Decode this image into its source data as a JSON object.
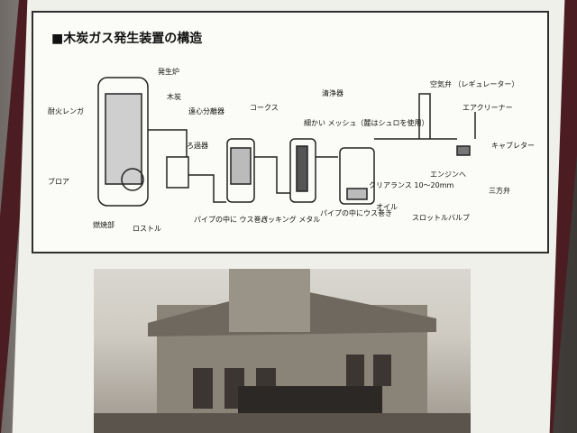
{
  "diagram": {
    "title": "木炭ガス発生装置の構造",
    "labels": {
      "generator": "発生炉",
      "charcoal": "木炭",
      "firebrick": "耐火レンガ",
      "blower": "ブロア",
      "ignition": "燃焼部",
      "grate": "ロストル",
      "centrifuge": "遠心分離器",
      "filter": "ろ過器",
      "pipe_wool": "パイプの中に\nウス巻き",
      "coke": "コークス",
      "packing": "パッキング\nメタル",
      "cleaner": "清浄器",
      "fine_mesh": "細かい\nメッシュ（麓はシュロを使用）",
      "pipe_inside": "パイプの中にウス巻き",
      "clearance": "クリアランス\n10〜20mm",
      "oil": "オイル",
      "air_valve": "空気弁\n（レギュレーター）",
      "air_cleaner": "エアクリーナー",
      "carburetor": "キャブレター",
      "engine": "エンジンへ",
      "three_way": "三方弁",
      "throttle": "スロットルバルブ"
    }
  },
  "photo": {
    "description_label": "historic-building-photo"
  }
}
